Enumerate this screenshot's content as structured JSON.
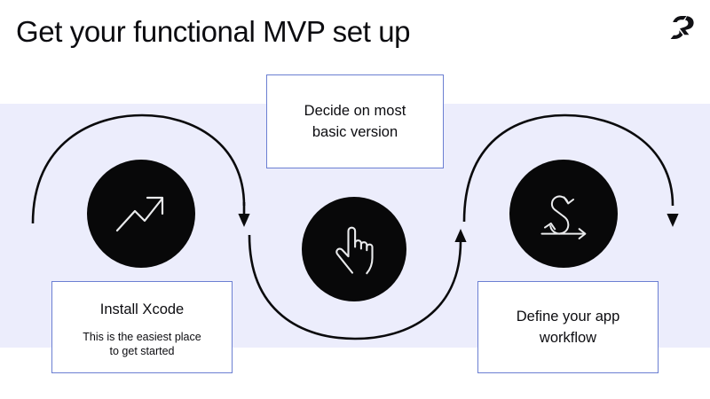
{
  "slide": {
    "title": "Get your functional MVP set up",
    "logo_icon": "brand-r-logo-icon",
    "background_color": "#ffffff",
    "band_color": "#ecedfc",
    "accent_border_color": "#6b7fd2",
    "circle_color": "#080809",
    "text_color": "#0c0c10"
  },
  "steps": [
    {
      "id": "step-1",
      "icon": "trending-up-arrow-icon",
      "title": "Install Xcode",
      "subtitle": "This is the easiest place\nto get started",
      "subtitle_line_1": "This is the easiest place",
      "subtitle_line_2": "to get started",
      "box_position": "below"
    },
    {
      "id": "step-2",
      "icon": "pointing-hand-icon",
      "title": "Decide on most\nbasic version",
      "title_line_1": "Decide on most",
      "title_line_2": "basic version",
      "subtitle": "",
      "box_position": "above"
    },
    {
      "id": "step-3",
      "icon": "agile-sprint-cycle-icon",
      "title": "Define your app\nworkflow",
      "title_line_1": "Define your app",
      "title_line_2": "workflow",
      "subtitle": "",
      "box_position": "below"
    }
  ],
  "connectors": [
    {
      "id": "connector-1",
      "from": "start",
      "to": "step-2",
      "shape": "arc-up",
      "arrow": "down"
    },
    {
      "id": "connector-2",
      "from": "step-2",
      "to": "step-3",
      "shape": "arc-down",
      "arrow": "up"
    },
    {
      "id": "connector-3",
      "from": "step-3",
      "to": "end",
      "shape": "arc-up",
      "arrow": "down"
    }
  ]
}
